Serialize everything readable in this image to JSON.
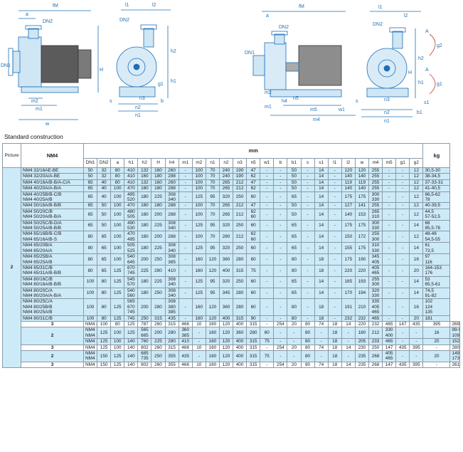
{
  "drawing_labels": {
    "left": {
      "fM": "fM",
      "a": "a",
      "DN2": "DN2",
      "DN1": "DN1",
      "m2": "m2",
      "m1": "m1",
      "w": "w",
      "h2": "h2",
      "H": "H",
      "h1": "h1",
      "l1": "l1",
      "l2": "l2",
      "g1": "g1",
      "n3": "n3",
      "s": "s",
      "n2": "n2",
      "b": "b",
      "n1": "n1"
    },
    "right": {
      "fM": "fM",
      "a": "a",
      "DN2": "DN2",
      "DN1": "DN1",
      "m2": "m2",
      "m1": "m1",
      "h4": "h4",
      "n5": "n5",
      "m5": "m5",
      "w1": "w1",
      "m4": "m4",
      "l1": "l1",
      "l2": "l2",
      "A": "A",
      "g2": "g2",
      "g1": "g1",
      "s": "s",
      "s1": "s1",
      "n2": "n2",
      "b1": "b1",
      "n1": "n1",
      "h2": "h2",
      "H": "H",
      "h1": "h1",
      "n3": "n3"
    }
  },
  "section_title": "Standard construction",
  "table": {
    "picture_header": "Picture",
    "model_header": "NM4",
    "mm_header": "mm",
    "kg_header": "kg",
    "columns": [
      "DN1",
      "DN2",
      "a",
      "h1",
      "h2",
      "H",
      "h4",
      "m1",
      "m2",
      "n1",
      "n2",
      "n3",
      "n5",
      "w1",
      "b",
      "b1",
      "s",
      "s1",
      "l1",
      "l2",
      "w",
      "m4",
      "m5",
      "g1",
      "g2"
    ],
    "rows": [
      {
        "picture": "2",
        "rowspan": 26,
        "blue": true,
        "model": [
          "NM4  32/16AE-BE"
        ],
        "cells": [
          "50",
          "32",
          "80",
          "410",
          "132",
          "160",
          "260",
          "-",
          "100",
          "70",
          "240",
          "190",
          "47",
          "-",
          "-",
          "50",
          "-",
          "14",
          "-",
          "120",
          "120",
          "255",
          "-",
          "-",
          "12",
          "-"
        ],
        "kg": [
          "30,5-30"
        ]
      },
      {
        "blue": true,
        "model": [
          "NM4  32/20A/A-BE"
        ],
        "cells": [
          "50",
          "32",
          "80",
          "410",
          "160",
          "180",
          "288",
          "-",
          "100",
          "70",
          "240",
          "190",
          "62",
          "-",
          "-",
          "50",
          "-",
          "14",
          "-",
          "140",
          "140",
          "255",
          "-",
          "-",
          "12",
          "-"
        ],
        "kg": [
          "38-34,5"
        ]
      },
      {
        "blue": true,
        "model": [
          "NM4  40/16A/B-B/A-C/A"
        ],
        "cells": [
          "65",
          "40",
          "80",
          "410",
          "132",
          "160",
          "260",
          "-",
          "100",
          "70",
          "265",
          "212",
          "47",
          "-",
          "-",
          "50",
          "-",
          "14",
          "-",
          "119",
          "119",
          "255",
          "-",
          "-",
          "12",
          "-"
        ],
        "kg": [
          "37-33-31"
        ]
      },
      {
        "blue": true,
        "model": [
          "NM4  40/20A/A-B/A"
        ],
        "cells": [
          "65",
          "40",
          "100",
          "470",
          "160",
          "180",
          "288",
          "-",
          "100",
          "70",
          "265",
          "212",
          "62",
          "-",
          "-",
          "50",
          "-",
          "14",
          "-",
          "140",
          "140",
          "255",
          "-",
          "-",
          "12",
          "-"
        ],
        "kg": [
          "41-40,5"
        ]
      },
      {
        "blue": true,
        "model": [
          "NM4  40/25B/B-C/B",
          "NM4  40/25A/B"
        ],
        "cells": [
          "65",
          "40",
          "100",
          "495\n520",
          "180",
          "225",
          "308\n340",
          "-",
          "125",
          "95",
          "320",
          "250",
          "60",
          "-",
          "-",
          "65",
          "-",
          "14",
          "-",
          "175",
          "175",
          "300\n330",
          "-",
          "-",
          "12",
          "-"
        ],
        "kg": [
          "66,5-62",
          "78"
        ]
      },
      {
        "blue": true,
        "model": [
          "NM4  50/16A/B-B/B"
        ],
        "cells": [
          "65",
          "50",
          "100",
          "470",
          "160",
          "180",
          "288",
          "-",
          "100",
          "70",
          "265",
          "212",
          "47",
          "-",
          "-",
          "50",
          "-",
          "14",
          "-",
          "127",
          "141",
          "255",
          "-",
          "-",
          "12",
          "-"
        ],
        "kg": [
          "40-39,5"
        ]
      },
      {
        "blue": true,
        "model": [
          "NM4  50/20C/B",
          "NM4  50/20A/B-B/A"
        ],
        "cells": [
          "65",
          "50",
          "100",
          "480\n505",
          "160",
          "200",
          "288",
          "-",
          "100",
          "70",
          "265",
          "212",
          "62\n60",
          "-",
          "-",
          "50",
          "-",
          "14",
          "-",
          "140",
          "153",
          "265\n310",
          "-",
          "-",
          "12",
          "-"
        ],
        "kg": [
          "44,5",
          "57-52,5"
        ]
      },
      {
        "blue": true,
        "model": [
          "NM4  50/25C/B-D/A",
          "NM4  50/25A/B-B/B"
        ],
        "cells": [
          "65",
          "50",
          "100",
          "490\n530",
          "180",
          "225",
          "308\n340",
          "-",
          "125",
          "95",
          "320",
          "250",
          "60",
          "-",
          "-",
          "65",
          "-",
          "14",
          "-",
          "175",
          "175",
          "300\n330",
          "-",
          "-",
          "14",
          "-"
        ],
        "kg": [
          "68",
          "85,5-78"
        ]
      },
      {
        "blue": true,
        "model": [
          "NM4  65/16B/B-C/B",
          "NM4  65/16A/B-S"
        ],
        "cells": [
          "80",
          "65",
          "100",
          "470\n495",
          "160",
          "200",
          "288",
          "-",
          "100",
          "70",
          "280",
          "212",
          "62\n60",
          "-",
          "-",
          "65",
          "-",
          "14",
          "-",
          "150",
          "172",
          "255\n300",
          "-",
          "-",
          "12",
          "-"
        ],
        "kg": [
          "48-48",
          "54,5-55"
        ]
      },
      {
        "blue": true,
        "model": [
          "NM4  65/20B/A",
          "NM4  65/20A/A"
        ],
        "cells": [
          "80",
          "65",
          "100",
          "505\n525",
          "180",
          "225",
          "308\n340",
          "-",
          "125",
          "95",
          "320",
          "250",
          "60",
          "-",
          "-",
          "65",
          "-",
          "14",
          "-",
          "155",
          "175",
          "310\n330",
          "-",
          "-",
          "14",
          "-"
        ],
        "kg": [
          "61",
          "73,5"
        ]
      },
      {
        "blue": true,
        "model": [
          "NM4  65/25B/A",
          "NM4  65/25A/B"
        ],
        "cells": [
          "80",
          "65",
          "100",
          "540\n645",
          "200",
          "250",
          "308\n385",
          "-",
          "160",
          "120",
          "360",
          "280",
          "60",
          "-",
          "-",
          "80",
          "-",
          "18",
          "-",
          "175",
          "190",
          "345\n405",
          "-",
          "-",
          "16",
          "-"
        ],
        "kg": [
          "97",
          "116"
        ]
      },
      {
        "blue": true,
        "model": [
          "NM4  65/31C/B",
          "NM4  65/31A/B-B/B"
        ],
        "cells": [
          "80",
          "65",
          "125",
          "670\n745",
          "225",
          "280",
          "410",
          "-",
          "160",
          "120",
          "400",
          "315",
          "75",
          "-",
          "-",
          "80",
          "-",
          "18",
          "-",
          "220",
          "220",
          "405\n465",
          "-",
          "-",
          "20",
          "-"
        ],
        "kg": [
          "164-153",
          "176"
        ]
      },
      {
        "blue": true,
        "model": [
          "NM4  80/16C/B",
          "NM4  80/16A/B-B/B"
        ],
        "cells": [
          "100",
          "80",
          "125",
          "545\n570",
          "180",
          "225",
          "308\n340",
          "-",
          "125",
          "95",
          "320",
          "250",
          "60",
          "-",
          "-",
          "65",
          "-",
          "14",
          "-",
          "165",
          "193",
          "255\n300",
          "-",
          "-",
          "14",
          "-"
        ],
        "kg": [
          "53",
          "65,5-61"
        ]
      },
      {
        "blue": true,
        "model": [
          "NM4  80/20C/A",
          "NM4  80/20A/A-B/A"
        ],
        "cells": [
          "100",
          "80",
          "125",
          "540\n560",
          "180",
          "250",
          "308\n340",
          "-",
          "125",
          "95",
          "345",
          "280",
          "60",
          "-",
          "-",
          "65",
          "-",
          "14",
          "-",
          "170",
          "194",
          "320\n330",
          "-",
          "-",
          "14",
          "-"
        ],
        "kg": [
          "74,5",
          "91-82"
        ]
      },
      {
        "blue": true,
        "model": [
          "NM4  80/25C/A",
          "NM4  80/25B/B",
          "NM4  80/25A/B"
        ],
        "cells": [
          "100",
          "80",
          "125",
          "565\n670\n745",
          "200",
          "280",
          "308\n380\n385",
          "-",
          "160",
          "120",
          "360",
          "280",
          "60",
          "-",
          "-",
          "80",
          "-",
          "18",
          "-",
          "191",
          "210",
          "335\n405\n465",
          "-",
          "-",
          "16",
          "-"
        ],
        "kg": [
          "102",
          "124",
          "135"
        ]
      },
      {
        "blue": true,
        "model": [
          "NM4  80/31C/B"
        ],
        "cells": [
          "100",
          "80",
          "125",
          "745",
          "250",
          "315",
          "435",
          "-",
          "160",
          "120",
          "400",
          "315",
          "90",
          "-",
          "-",
          "80",
          "-",
          "18",
          "-",
          "232",
          "232",
          "465",
          "-",
          "-",
          "20",
          "-"
        ],
        "kg": [
          "181"
        ]
      },
      {
        "picture": "3",
        "rowspan": 1,
        "blue": false,
        "model": [
          "NM4  80/31A-B"
        ],
        "cells": [
          "100",
          "80",
          "125",
          "787",
          "260",
          "315",
          "466",
          "10",
          "160",
          "120",
          "400",
          "315",
          "-",
          "254",
          "20",
          "80",
          "74",
          "18",
          "14",
          "220",
          "232",
          "465",
          "147",
          "435",
          "395",
          "-",
          "6"
        ],
        "kg": [
          "269-248"
        ]
      },
      {
        "picture": "2",
        "rowspan": 2,
        "blue": true,
        "model": [
          "NM4 100/20B/A-C/A",
          "NM4 100/20A/B"
        ],
        "cells": [
          "125",
          "100",
          "125",
          "565\n665",
          "200",
          "280",
          "360\n385",
          "-",
          "160",
          "120",
          "360",
          "280",
          "60",
          "-",
          "-",
          "80",
          "-",
          "18",
          "-",
          "180",
          "212",
          "330\n400",
          "-",
          "-",
          "16",
          "-"
        ],
        "kg": [
          "99-90",
          "109"
        ]
      },
      {
        "blue": true,
        "model": [
          "NM4 100/25A/B-B/B"
        ],
        "cells": [
          "125",
          "100",
          "140",
          "760",
          "225",
          "280",
          "410",
          "-",
          "160",
          "120",
          "400",
          "315",
          "75",
          "-",
          "-",
          "80",
          "-",
          "18",
          "-",
          "205",
          "233",
          "465",
          "-",
          "-",
          "20",
          "-"
        ],
        "kg": [
          "152-143"
        ]
      },
      {
        "picture": "3",
        "rowspan": 1,
        "blue": false,
        "model": [
          "NM4 100/31B-C"
        ],
        "cells": [
          "125",
          "100",
          "140",
          "802",
          "260",
          "315",
          "466",
          "10",
          "160",
          "120",
          "400",
          "315",
          "-",
          "254",
          "20",
          "80",
          "74",
          "18",
          "14",
          "230",
          "250",
          "147",
          "435",
          "395",
          "-",
          "6"
        ],
        "kg": [
          "280-261"
        ]
      },
      {
        "picture": "2",
        "rowspan": 1,
        "blue": true,
        "model": [
          "NM4 125/25E/B",
          "NM4 125/25C/B-D/B"
        ],
        "cells": [
          "150",
          "125",
          "140",
          "685\n735",
          "250",
          "355",
          "435",
          "-",
          "160",
          "120",
          "400",
          "315",
          "75",
          "-",
          "-",
          "80",
          "-",
          "18",
          "-",
          "235",
          "268",
          "405\n465",
          "-",
          "-",
          "20",
          "-"
        ],
        "kg": [
          "149",
          "173-161"
        ]
      },
      {
        "picture": "3",
        "rowspan": 1,
        "blue": false,
        "model": [
          "NM4 125/25A-B"
        ],
        "cells": [
          "150",
          "125",
          "140",
          "802",
          "260",
          "355",
          "466",
          "10",
          "160",
          "120",
          "400",
          "315",
          "-",
          "254",
          "20",
          "80",
          "74",
          "18",
          "14",
          "235",
          "268",
          "147",
          "435",
          "395",
          "-",
          "6"
        ],
        "kg": [
          "261-243"
        ]
      }
    ]
  }
}
